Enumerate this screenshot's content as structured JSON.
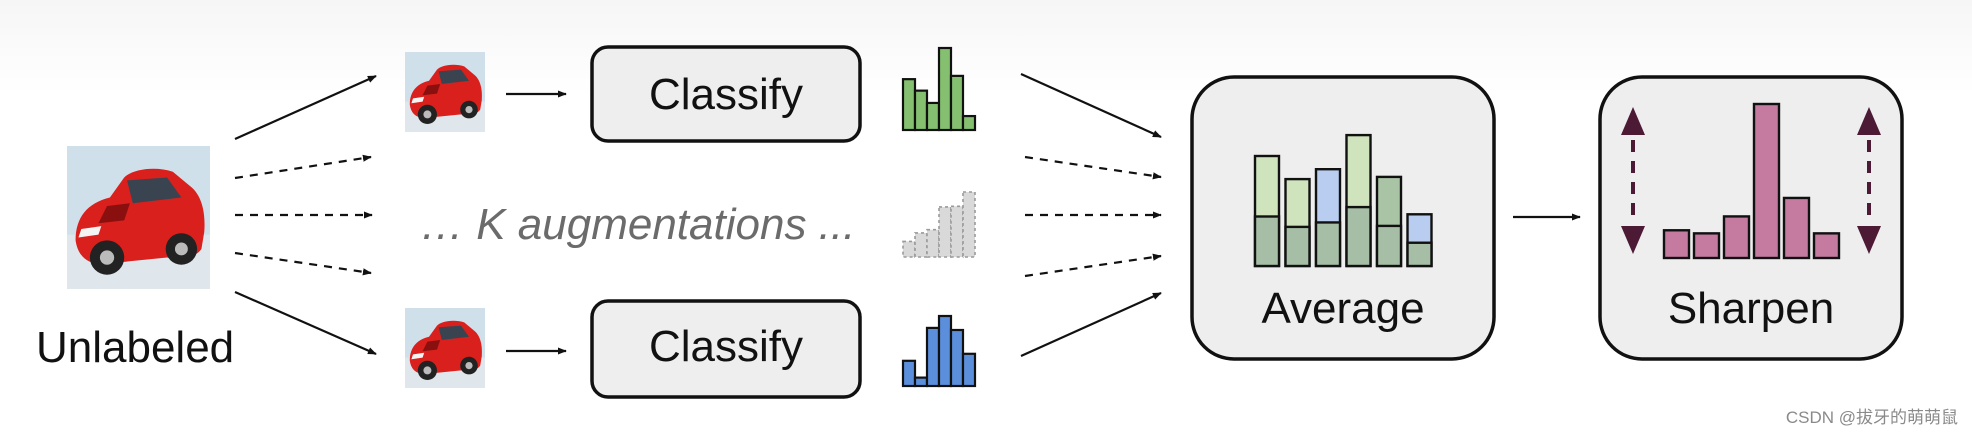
{
  "labels": {
    "unlabeled": "Unlabeled",
    "augmentations": "… K augmentations ...",
    "classify_top": "Classify",
    "classify_bottom": "Classify",
    "average": "Average",
    "sharpen": "Sharpen"
  },
  "watermark": "CSDN @拔牙的萌萌鼠",
  "colors": {
    "green_bars": "#84c06f",
    "blue_bars": "#5b8fdc",
    "gray_bars": "#d9d9d9",
    "pink_bars": "#c57ba0",
    "arrow_dark": "#4d1a35",
    "box_fill": "#eeeeee",
    "car_red": "#d9201c"
  },
  "icons": [
    "car-image",
    "arrow-right",
    "double-arrow-vertical"
  ],
  "histograms": {
    "top_classify": [
      0.62,
      0.48,
      0.33,
      1.0,
      0.66,
      0.17
    ],
    "middle_faded": [
      0.24,
      0.37,
      0.42,
      0.77,
      0.78,
      1.0
    ],
    "bottom_classify": [
      0.36,
      0.12,
      0.83,
      1.0,
      0.8,
      0.46
    ],
    "average": [
      1.0,
      0.79,
      0.88,
      1.19,
      0.81,
      0.47
    ],
    "sharpen": [
      0.18,
      0.16,
      0.27,
      1.0,
      0.39,
      0.16
    ]
  }
}
